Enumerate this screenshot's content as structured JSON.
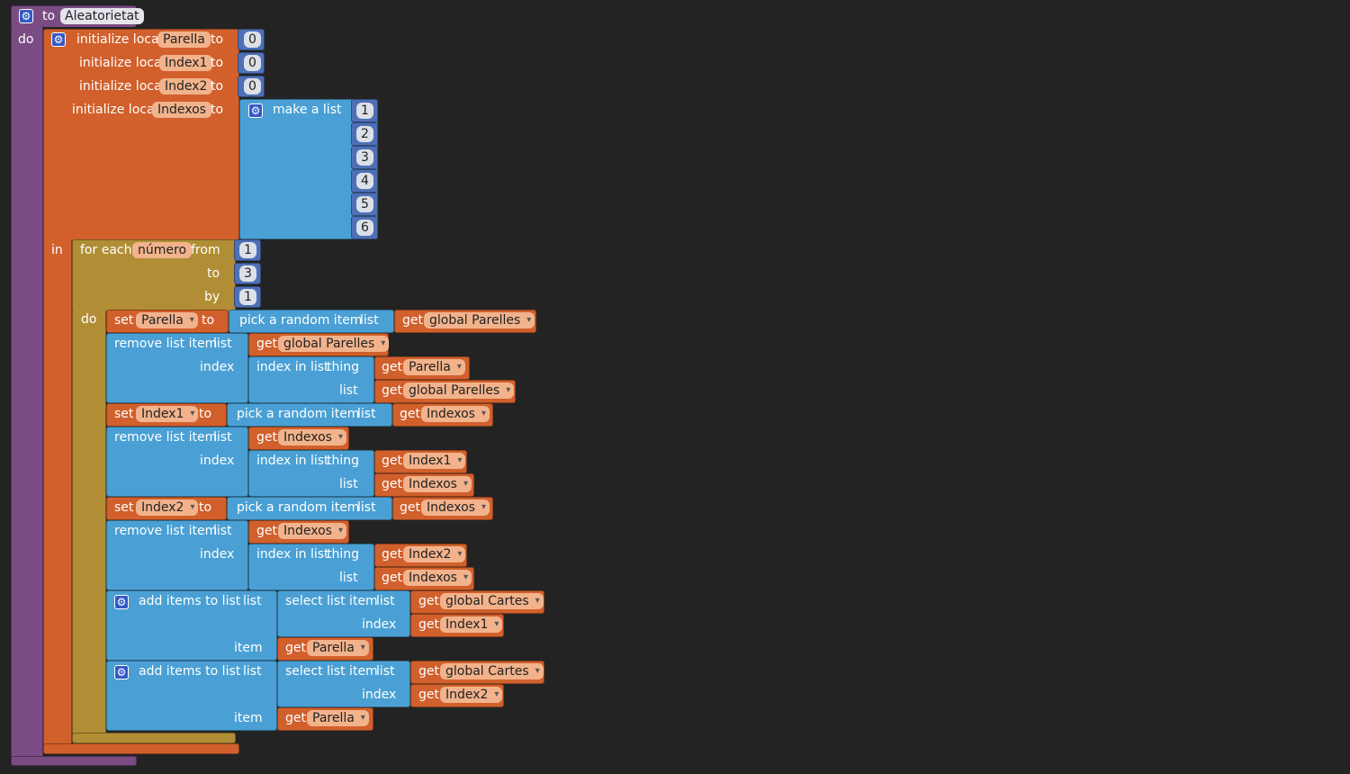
{
  "procedure": {
    "to": "to",
    "name": "Aleatorietat",
    "do": "do"
  },
  "init_local": {
    "label": "initialize local",
    "to": "to",
    "in": "in",
    "vars": [
      {
        "name": "Parella",
        "value": "0"
      },
      {
        "name": "Index1",
        "value": "0"
      },
      {
        "name": "Index2",
        "value": "0"
      },
      {
        "name": "Indexos"
      }
    ]
  },
  "make_list": {
    "label": "make a list",
    "items": [
      "1",
      "2",
      "3",
      "4",
      "5",
      "6"
    ]
  },
  "for_each": {
    "for_each": "for each",
    "var": "número",
    "from": "from",
    "to": "to",
    "by": "by",
    "do": "do",
    "from_val": "1",
    "to_val": "3",
    "by_val": "1"
  },
  "kw": {
    "set": "set",
    "to": "to",
    "get": "get",
    "pick": "pick a random item",
    "list": "list",
    "remove": "remove list item",
    "index": "index",
    "index_in_list": "index in list",
    "thing": "thing",
    "add_items": "add items to list",
    "item": "item",
    "select_item": "select list item"
  },
  "vars": {
    "parella": "Parella",
    "index1": "Index1",
    "index2": "Index2",
    "indexos": "Indexos",
    "global_parelles": "global Parelles",
    "global_cartes": "global Cartes"
  },
  "colors": {
    "background": "#232323",
    "procedure": "#7b4c84",
    "variables": "#d1602c",
    "control": "#b18e35",
    "lists": "#4aa0d4",
    "math": "#4d70b7"
  }
}
